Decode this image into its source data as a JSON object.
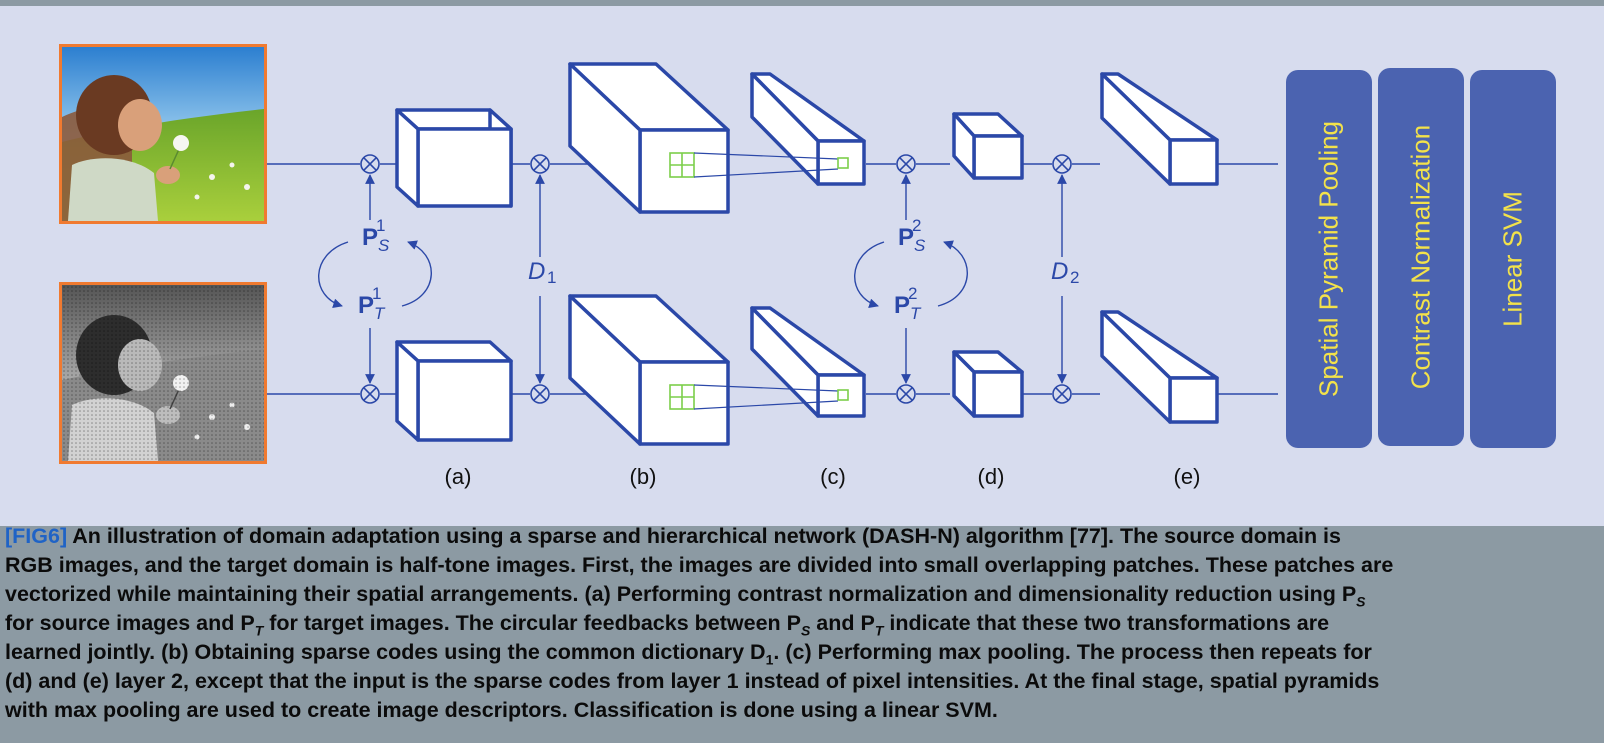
{
  "figure": {
    "stage_labels": [
      "(a)",
      "(b)",
      "(c)",
      "(d)",
      "(e)"
    ],
    "panels": [
      "Spatial Pyramid Pooling",
      "Contrast Normalization",
      "Linear SVM"
    ],
    "math": {
      "ps1": {
        "base": "P",
        "sub": "S",
        "sup": "1"
      },
      "pt1": {
        "base": "P",
        "sub": "T",
        "sup": "1"
      },
      "ps2": {
        "base": "P",
        "sub": "S",
        "sup": "2"
      },
      "pt2": {
        "base": "P",
        "sub": "T",
        "sup": "2"
      },
      "d1": {
        "base": "D",
        "sub": "1"
      },
      "d2": {
        "base": "D",
        "sub": "2"
      }
    },
    "images": [
      "source-color-photo",
      "target-halftone-photo"
    ],
    "colors": {
      "background": "#d7dcee",
      "line": "#2b48a8",
      "panel": "#4b63b0",
      "panel_text": "#f3e24a",
      "photo_border": "#f07a30",
      "patch": "#7ccf4a"
    }
  },
  "caption": {
    "tag": "[FIG6]",
    "lines": [
      " An illustration of domain adaptation using a sparse and hierarchical network (DASH-N) algorithm [77]. The source domain is",
      "RGB images, and the target domain is half-tone images. First, the images are divided into small overlapping patches. These patches are",
      "vectorized while maintaining their spatial arrangements. (a) Performing contrast normalization and dimensionality reduction using P",
      "for source images and P",
      " for target images. The circular feedbacks between P",
      " and P",
      " indicate that these two transformations are",
      "learned jointly. (b) Obtaining sparse codes using the common dictionary D",
      ". (c) Performing max pooling. The process then repeats for",
      "(d) and (e) layer 2, except that the input is the sparse codes from layer 1 instead of pixel intensities. At the final stage, spatial pyramids",
      "with max pooling are used to create image descriptors. Classification is done using a linear SVM."
    ],
    "subs": {
      "s": "S",
      "t": "T",
      "one": "1"
    }
  }
}
